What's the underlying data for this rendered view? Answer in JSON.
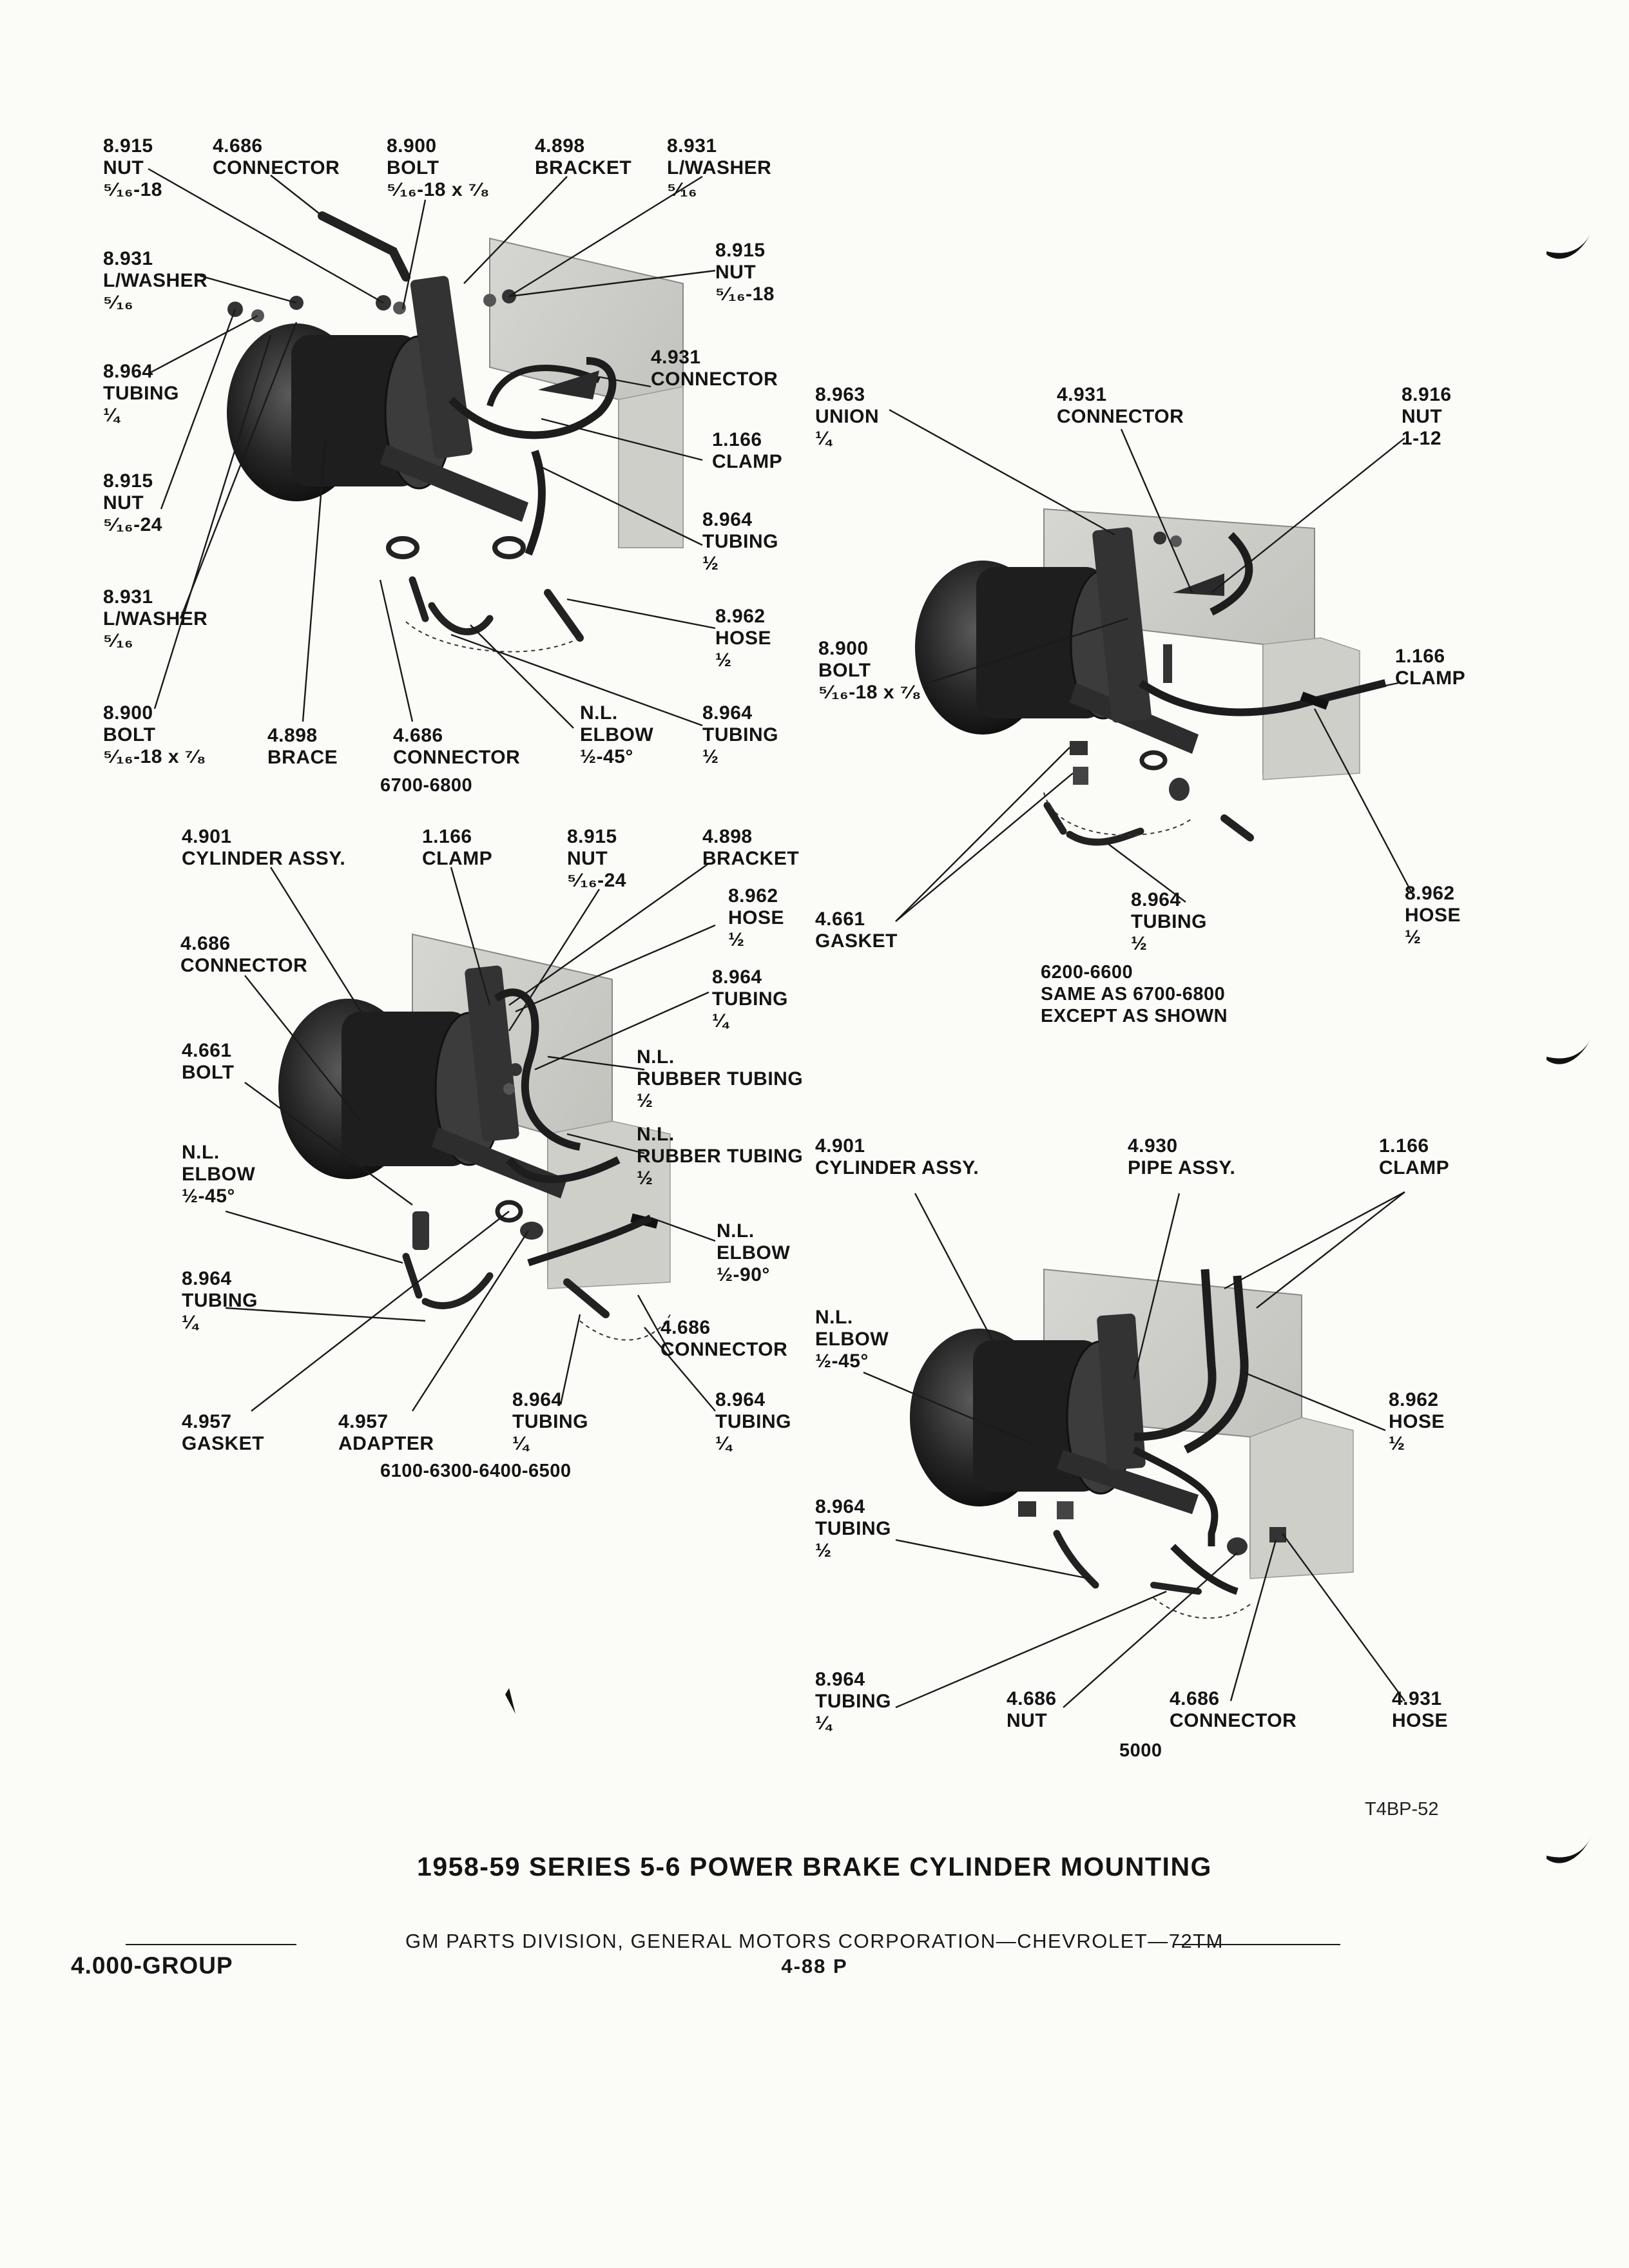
{
  "page": {
    "title": "1958-59  SERIES 5-6 POWER BRAKE CYLINDER MOUNTING",
    "figure_ref": "T4BP-52",
    "footer": "GM PARTS DIVISION, GENERAL MOTORS CORPORATION—CHEVROLET—72TM",
    "group": "4.000-GROUP",
    "page_number": "4-88  P"
  },
  "diagrams": [
    {
      "id": "d1",
      "caption": [
        "6700-6800"
      ],
      "labels": [
        {
          "id": "a1",
          "lines": [
            "8.915",
            "NUT",
            "⁵⁄₁₆-18"
          ]
        },
        {
          "id": "a2",
          "lines": [
            "4.686",
            "CONNECTOR"
          ]
        },
        {
          "id": "a3",
          "lines": [
            "8.900",
            "BOLT",
            "⁵⁄₁₆-18 x ⁷⁄₈"
          ]
        },
        {
          "id": "a4",
          "lines": [
            "4.898",
            "BRACKET"
          ]
        },
        {
          "id": "a5",
          "lines": [
            "8.931",
            "L/WASHER",
            "⁵⁄₁₆"
          ]
        },
        {
          "id": "a6",
          "lines": [
            "8.931",
            "L/WASHER",
            "⁵⁄₁₆"
          ]
        },
        {
          "id": "a7",
          "lines": [
            "8.915",
            "NUT",
            "⁵⁄₁₆-18"
          ]
        },
        {
          "id": "a8",
          "lines": [
            "4.931",
            "CONNECTOR"
          ]
        },
        {
          "id": "a9",
          "lines": [
            "8.964",
            "TUBING",
            "¼"
          ]
        },
        {
          "id": "a10",
          "lines": [
            "1.166",
            "CLAMP"
          ]
        },
        {
          "id": "a11",
          "lines": [
            "8.915",
            "NUT",
            "⁵⁄₁₆-24"
          ]
        },
        {
          "id": "a12",
          "lines": [
            "8.964",
            "TUBING",
            "½"
          ]
        },
        {
          "id": "a13",
          "lines": [
            "8.931",
            "L/WASHER",
            "⁵⁄₁₆"
          ]
        },
        {
          "id": "a14",
          "lines": [
            "8.962",
            "HOSE",
            "½"
          ]
        },
        {
          "id": "a15",
          "lines": [
            "8.900",
            "BOLT",
            "⁵⁄₁₆-18 x ⁷⁄₈"
          ]
        },
        {
          "id": "a16",
          "lines": [
            "4.898",
            "BRACE"
          ]
        },
        {
          "id": "a17",
          "lines": [
            "4.686",
            "CONNECTOR"
          ]
        },
        {
          "id": "a18",
          "lines": [
            "N.L.",
            "ELBOW",
            "½-45°"
          ]
        },
        {
          "id": "a19",
          "lines": [
            "8.964",
            "TUBING",
            "½"
          ]
        }
      ]
    },
    {
      "id": "d2",
      "caption": [
        "6200-6600",
        "SAME AS 6700-6800",
        "EXCEPT AS SHOWN"
      ],
      "labels": [
        {
          "id": "b1",
          "lines": [
            "8.963",
            "UNION",
            "¼"
          ]
        },
        {
          "id": "b2",
          "lines": [
            "4.931",
            "CONNECTOR"
          ]
        },
        {
          "id": "b3",
          "lines": [
            "8.916",
            "NUT",
            "1-12"
          ]
        },
        {
          "id": "b4",
          "lines": [
            "8.900",
            "BOLT",
            "⁵⁄₁₆-18 x ⁷⁄₈"
          ]
        },
        {
          "id": "b5",
          "lines": [
            "1.166",
            "CLAMP"
          ]
        },
        {
          "id": "b6",
          "lines": [
            "4.661",
            "GASKET"
          ]
        },
        {
          "id": "b7",
          "lines": [
            "8.964",
            "TUBING",
            "½"
          ]
        },
        {
          "id": "b8",
          "lines": [
            "8.962",
            "HOSE",
            "½"
          ]
        }
      ]
    },
    {
      "id": "d3",
      "caption": [
        "6100-6300-6400-6500"
      ],
      "labels": [
        {
          "id": "c1",
          "lines": [
            "4.901",
            "CYLINDER ASSY."
          ]
        },
        {
          "id": "c2",
          "lines": [
            "1.166",
            "CLAMP"
          ]
        },
        {
          "id": "c3",
          "lines": [
            "8.915",
            "NUT",
            "⁵⁄₁₆-24"
          ]
        },
        {
          "id": "c4",
          "lines": [
            "4.898",
            "BRACKET"
          ]
        },
        {
          "id": "c5",
          "lines": [
            "8.962",
            "HOSE",
            "½"
          ]
        },
        {
          "id": "c6",
          "lines": [
            "4.686",
            "CONNECTOR"
          ]
        },
        {
          "id": "c7",
          "lines": [
            "8.964",
            "TUBING",
            "¼"
          ]
        },
        {
          "id": "c8",
          "lines": [
            "4.661",
            "BOLT"
          ]
        },
        {
          "id": "c9",
          "lines": [
            "N.L.",
            "RUBBER TUBING",
            "½"
          ]
        },
        {
          "id": "c10",
          "lines": [
            "N.L.",
            "RUBBER TUBING",
            "½"
          ]
        },
        {
          "id": "c11",
          "lines": [
            "N.L.",
            "ELBOW",
            "½-45°"
          ]
        },
        {
          "id": "c12",
          "lines": [
            "N.L.",
            "ELBOW",
            "½-90°"
          ]
        },
        {
          "id": "c13",
          "lines": [
            "8.964",
            "TUBING",
            "¼"
          ]
        },
        {
          "id": "c14",
          "lines": [
            "4.686",
            "CONNECTOR"
          ]
        },
        {
          "id": "c15",
          "lines": [
            "4.957",
            "GASKET"
          ]
        },
        {
          "id": "c16",
          "lines": [
            "4.957",
            "ADAPTER"
          ]
        },
        {
          "id": "c17",
          "lines": [
            "8.964",
            "TUBING",
            "¼"
          ]
        },
        {
          "id": "c18",
          "lines": [
            "8.964",
            "TUBING",
            "¼"
          ]
        }
      ]
    },
    {
      "id": "d4",
      "caption": [
        "5000"
      ],
      "labels": [
        {
          "id": "e1",
          "lines": [
            "4.901",
            "CYLINDER ASSY."
          ]
        },
        {
          "id": "e2",
          "lines": [
            "4.930",
            "PIPE ASSY."
          ]
        },
        {
          "id": "e3",
          "lines": [
            "1.166",
            "CLAMP"
          ]
        },
        {
          "id": "e4",
          "lines": [
            "N.L.",
            "ELBOW",
            "½-45°"
          ]
        },
        {
          "id": "e5",
          "lines": [
            "8.962",
            "HOSE",
            "½"
          ]
        },
        {
          "id": "e6",
          "lines": [
            "8.964",
            "TUBING",
            "½"
          ]
        },
        {
          "id": "e7",
          "lines": [
            "8.964",
            "TUBING",
            "¼"
          ]
        },
        {
          "id": "e8",
          "lines": [
            "4.686",
            "NUT"
          ]
        },
        {
          "id": "e9",
          "lines": [
            "4.686",
            "CONNECTOR"
          ]
        },
        {
          "id": "e10",
          "lines": [
            "4.931",
            "HOSE"
          ]
        }
      ]
    }
  ]
}
